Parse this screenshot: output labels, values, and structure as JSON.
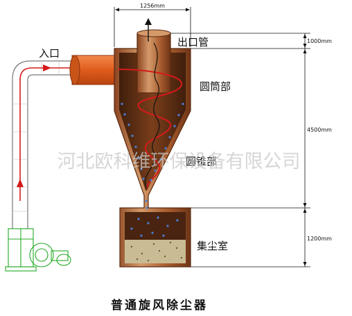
{
  "labels": {
    "inlet": "入口",
    "outlet_pipe": "出口管",
    "cylinder": "圆筒部",
    "cone": "圆锥部",
    "dust_chamber": "集尘室"
  },
  "dimensions": {
    "top_width": "1256mm",
    "outlet_height": "1000mm",
    "cylinder_cone_height": "4500mm",
    "chamber_height": "1200mm"
  },
  "watermark": "河北欧科维环保设备有限公司",
  "caption": "普通旋风除尘器",
  "colors": {
    "body": "#a0582c",
    "body_light": "#d49a6a",
    "interior": "#5e2f14",
    "duct": "#e05c1c",
    "arrow": "#d61a1a",
    "dust": "#4a7fd6",
    "dust_pile": "#c9bb93",
    "fan": "#22a822"
  }
}
